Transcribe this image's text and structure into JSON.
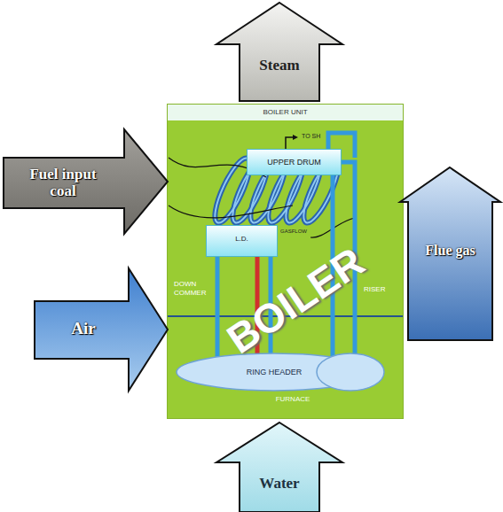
{
  "diagram": {
    "nodes": [
      {
        "text": [
          "Steam"
        ]
      },
      {
        "text": [
          "BOILER UNIT"
        ]
      },
      {
        "text": [
          "UPPER DRUM"
        ],
        "in": 1
      },
      {
        "text": [
          "L.D."
        ],
        "in": 1
      },
      {
        "text": [
          "RING HEADER"
        ],
        "in": 1
      },
      {
        "text": [
          "Fuel input coal"
        ]
      },
      {
        "text": [
          "Air"
        ]
      },
      {
        "text": [
          "Flue gas"
        ]
      },
      {
        "text": [
          "Water"
        ]
      }
    ],
    "edges": [
      {
        "from": 3,
        "to": 4,
        "arrow": "none"
      },
      {
        "from": 3,
        "to": 4,
        "arrow": "none"
      },
      {
        "from": 3,
        "to": 4,
        "arrow": "none"
      },
      {
        "from": 2,
        "to": 4,
        "arrow": "none"
      },
      {
        "from": 2,
        "to": 4,
        "arrow": "none"
      }
    ],
    "labels": [
      "TO SH",
      "GASFLOW",
      "DOWN COMMER",
      "RISER",
      "FURNACE",
      "BOILER"
    ]
  }
}
